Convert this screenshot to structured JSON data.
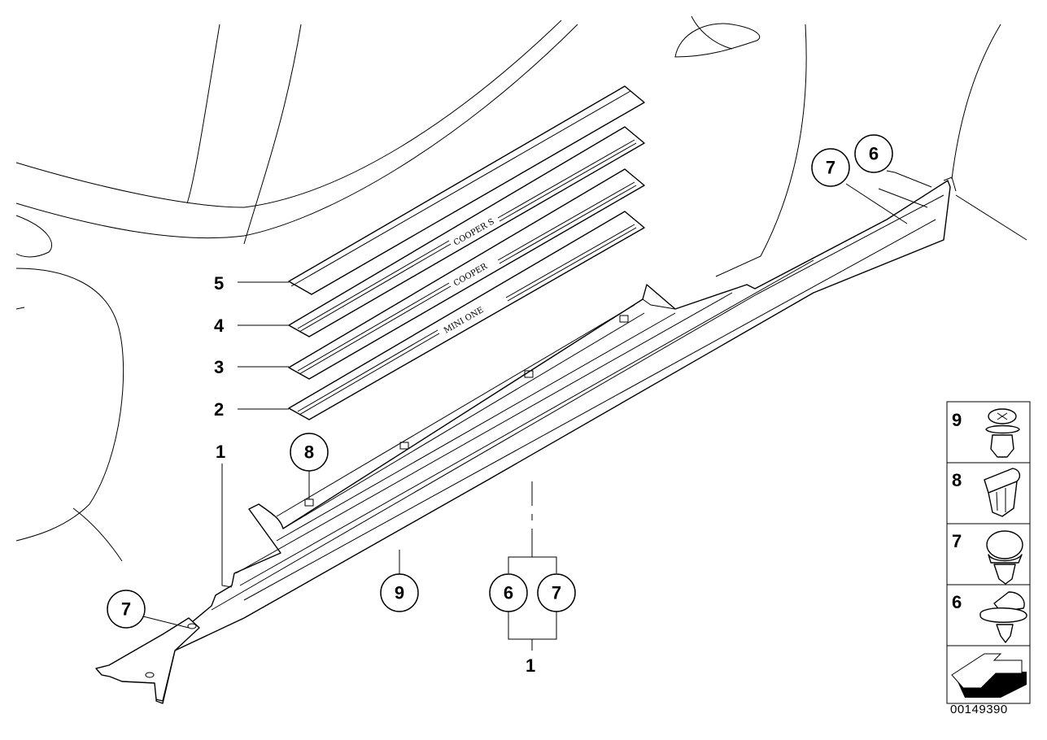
{
  "labels": {
    "trim_5": "5",
    "trim_4": "4",
    "trim_3": "3",
    "trim_2": "2",
    "sill_1": "1",
    "bottom_1": "1"
  },
  "callouts": {
    "top_7": "7",
    "top_6": "6",
    "clip_8": "8",
    "left_7": "7",
    "mid_9": "9",
    "mid_6": "6",
    "mid_7": "7"
  },
  "embossed": {
    "trim_4_text": "COOPER S",
    "trim_3_text": "COOPER",
    "trim_2_text": "MINI ONE"
  },
  "legend": {
    "item_9": "9",
    "item_8": "8",
    "item_7": "7",
    "item_6": "6"
  },
  "document_number": "00149390"
}
